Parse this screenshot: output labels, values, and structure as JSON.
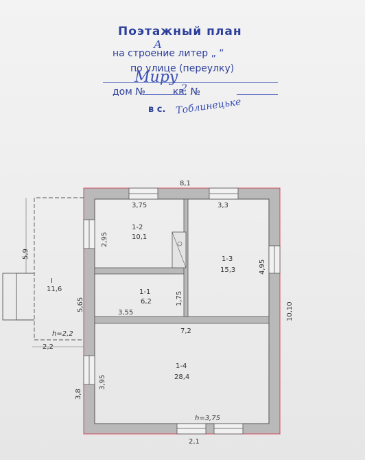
{
  "stamp": {
    "title": "Поэтажный план",
    "line2": "на строение литер „       “",
    "line3": "по улице (переулку)",
    "line4_a": "дом №",
    "line4_b": "кв. №",
    "line5": "в с."
  },
  "handwritten": {
    "letter": "А",
    "street": "Миру",
    "house_number": "2",
    "village": "Тоблинецьке"
  },
  "plan": {
    "dim_top": "8,1",
    "dim_bottom": "2,1",
    "dim_right": "10,10",
    "dim_left_wall": "5,65",
    "dim_left_bottom": "3,8",
    "dim_annex_width": "2,2",
    "dim_annex_height": "5,9",
    "height_annex": "h=2,2",
    "height_main": "h=3,75",
    "rooms": [
      {
        "id": "1-2",
        "area": "10,1",
        "w": "3,75",
        "h": "2,95"
      },
      {
        "id": "1-3",
        "area": "15,3",
        "w": "3,3",
        "h": "4,95"
      },
      {
        "id": "1-1",
        "area": "6,2",
        "w": "3,55",
        "h": "1,75"
      },
      {
        "id": "1-4",
        "area": "28,4",
        "w": "7,2",
        "h": "3,95"
      }
    ],
    "annex": {
      "id": "I",
      "area": "11,6"
    }
  }
}
